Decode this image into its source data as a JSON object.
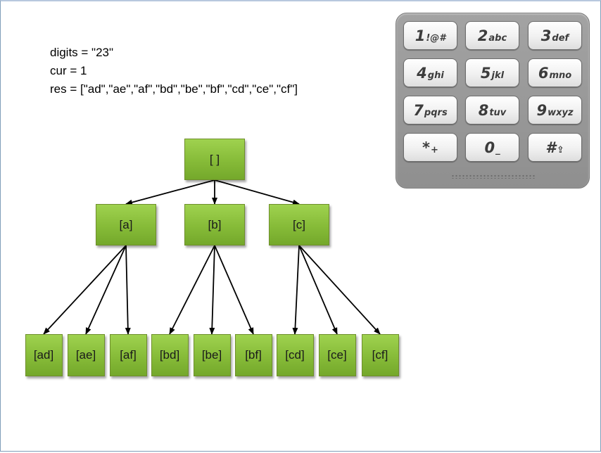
{
  "code_lines": [
    "digits = \"23\"",
    "cur = 1",
    "res = [\"ad\",\"ae\",\"af\",\"bd\",\"be\",\"bf\",\"cd\",\"ce\",\"cf\"]"
  ],
  "tree": {
    "root": "[ ]",
    "level1": [
      "[a]",
      "[b]",
      "[c]"
    ],
    "level2": [
      "[ad]",
      "[ae]",
      "[af]",
      "[bd]",
      "[be]",
      "[bf]",
      "[cd]",
      "[ce]",
      "[cf]"
    ],
    "node_color": "#86bb38"
  },
  "keypad": {
    "keys": [
      {
        "digit": "1",
        "letters": "!@#"
      },
      {
        "digit": "2",
        "letters": "abc"
      },
      {
        "digit": "3",
        "letters": "def"
      },
      {
        "digit": "4",
        "letters": "ghi"
      },
      {
        "digit": "5",
        "letters": "jkl"
      },
      {
        "digit": "6",
        "letters": "mno"
      },
      {
        "digit": "7",
        "letters": "pqrs"
      },
      {
        "digit": "8",
        "letters": "tuv"
      },
      {
        "digit": "9",
        "letters": "wxyz"
      },
      {
        "digit": "*",
        "letters": "+"
      },
      {
        "digit": "0",
        "letters": "_"
      },
      {
        "digit": "#",
        "letters": "⇪"
      }
    ],
    "body_color": "#999999"
  }
}
